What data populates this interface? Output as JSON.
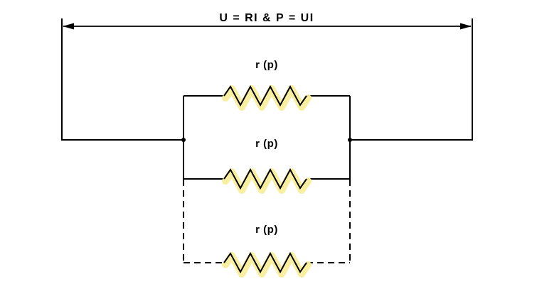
{
  "diagram": {
    "formula": "U = RI  &  P = UI",
    "resistors": [
      {
        "label": "r (p)"
      },
      {
        "label": "r (p)"
      },
      {
        "label": "r (p)"
      }
    ],
    "colors": {
      "wire": "#000000",
      "highlight": "#f9ee9c",
      "background": "#ffffff"
    }
  }
}
